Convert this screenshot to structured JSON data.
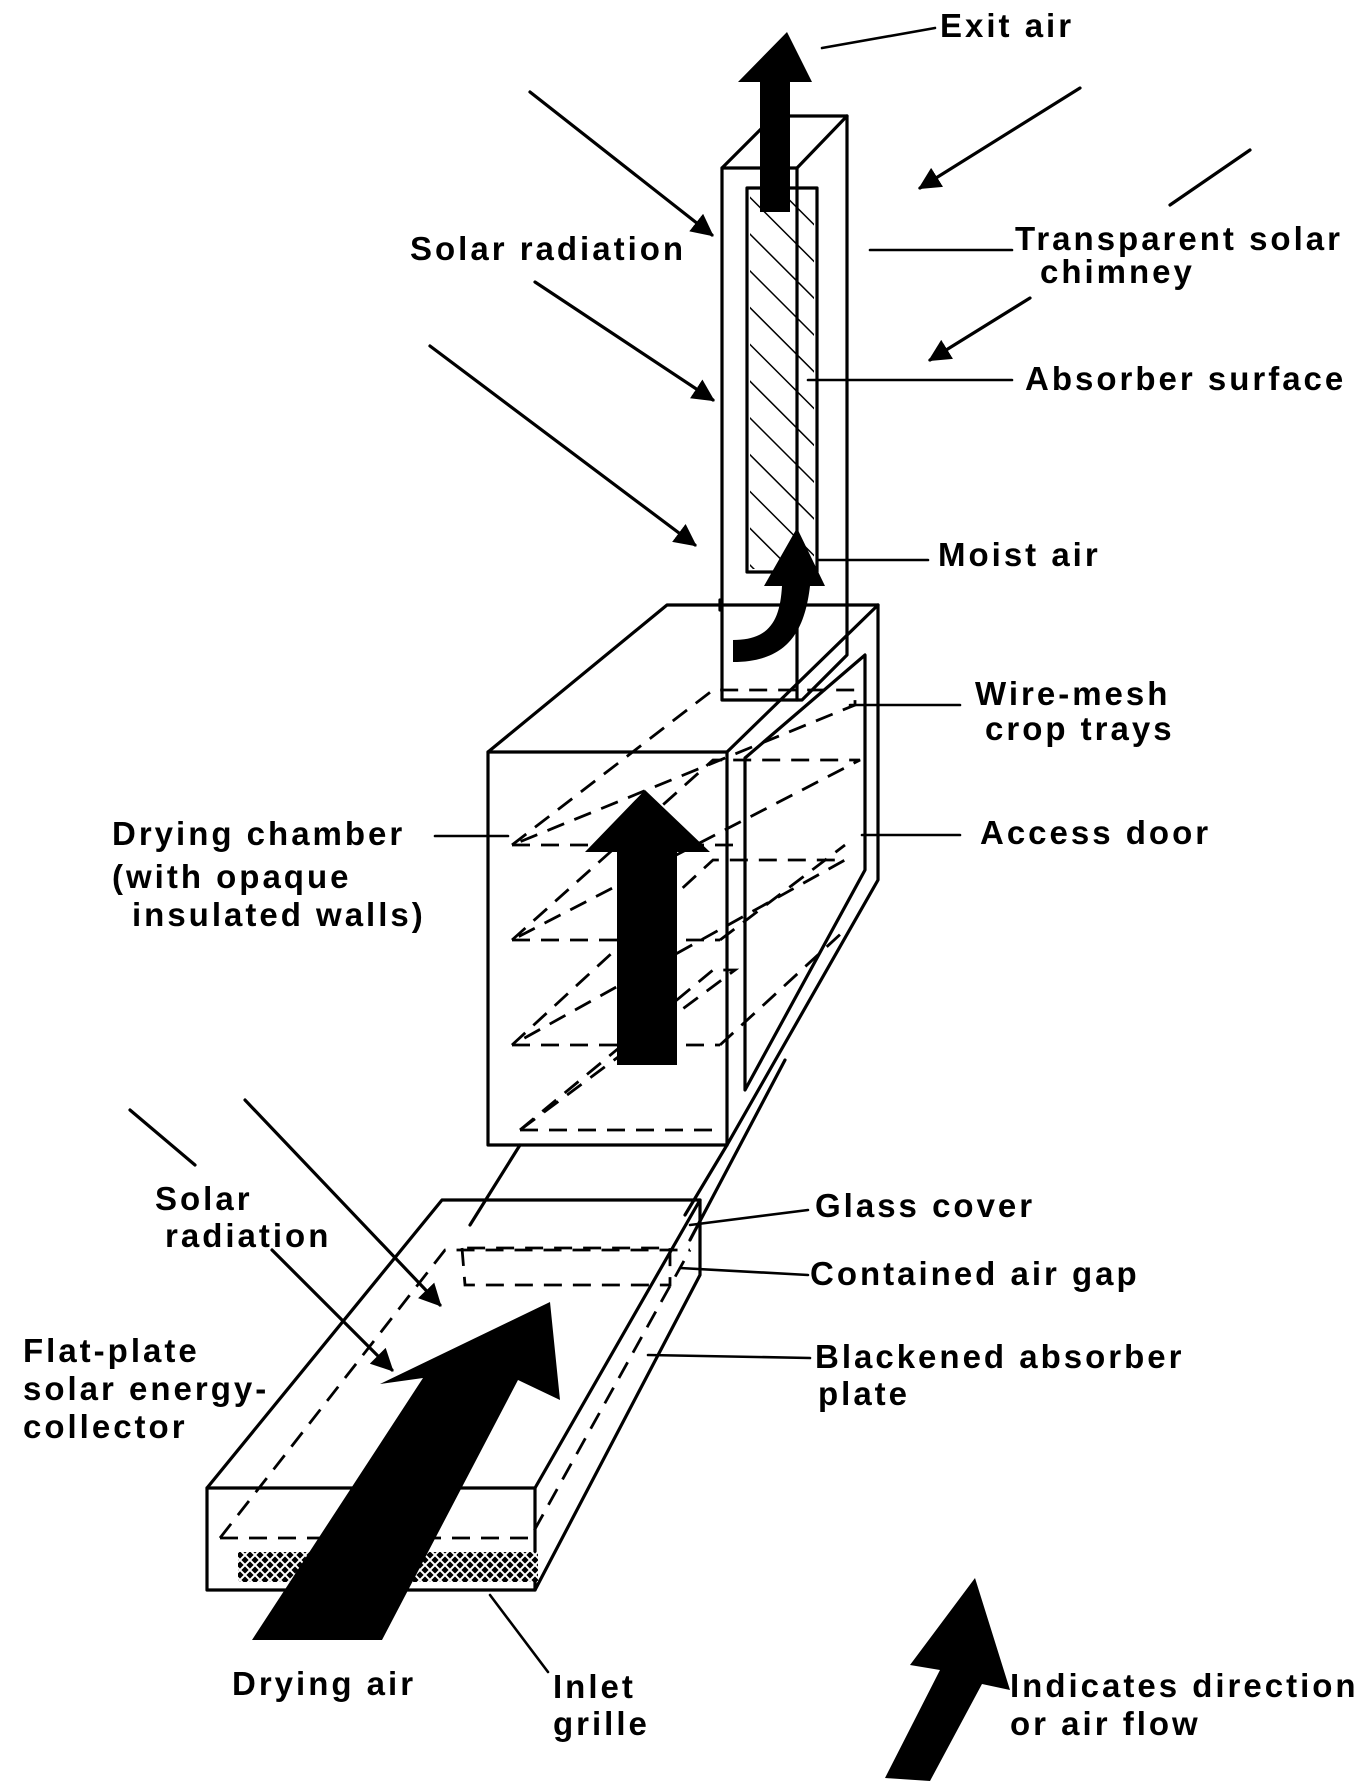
{
  "labels": {
    "exit_air": "Exit air",
    "solar_radiation_top": "Solar radiation",
    "transparent_chimney_1": "Transparent solar",
    "transparent_chimney_2": "chimney",
    "absorber_surface": "Absorber surface",
    "moist_air": "Moist air",
    "wire_mesh_1": "Wire-mesh",
    "wire_mesh_2": "crop trays",
    "drying_chamber_1": "Drying chamber",
    "drying_chamber_2": "(with opaque",
    "drying_chamber_3": "insulated walls)",
    "access_door": "Access door",
    "solar_radiation_low_1": "Solar",
    "solar_radiation_low_2": "radiation",
    "glass_cover": "Glass cover",
    "contained_air_gap": "Contained air gap",
    "flat_plate_1": "Flat-plate",
    "flat_plate_2": "solar energy-",
    "flat_plate_3": "collector",
    "blackened_plate_1": "Blackened absorber",
    "blackened_plate_2": "plate",
    "drying_air": "Drying air",
    "inlet_grille_1": "Inlet",
    "inlet_grille_2": "grille",
    "legend_1": "Indicates direction",
    "legend_2": "or air flow"
  },
  "icons": {
    "flow_arrow": "up-arrow-icon",
    "grille_hatch": "cross-hatch-icon",
    "absorber_hatch": "diagonal-hatch-icon"
  }
}
